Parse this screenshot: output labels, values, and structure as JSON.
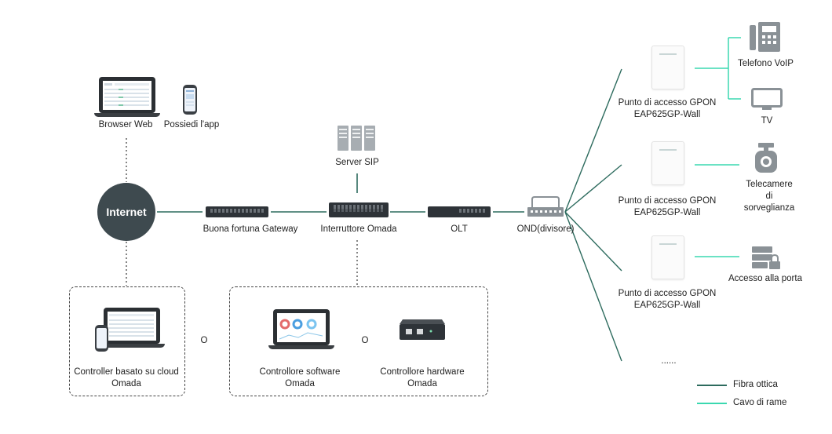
{
  "labels": {
    "browser_web": "Browser Web",
    "app": "Possiedi l'app",
    "internet": "Internet",
    "sip_server": "Server SIP",
    "gateway": "Buona fortuna Gateway",
    "omada_switch": "Interruttore Omada",
    "olt": "OLT",
    "ond": "OND(divisore)",
    "cloud_controller_1": "Controller basato su cloud",
    "cloud_controller_2": "Omada",
    "or": "O",
    "software_controller_1": "Controllore software",
    "software_controller_2": "Omada",
    "hardware_controller_1": "Controllore hardware",
    "hardware_controller_2": "Omada",
    "ap_1": "Punto di accesso GPON",
    "ap_2": "EAP625GP-Wall",
    "voip": "Telefono VoIP",
    "tv": "TV",
    "camera_1": "Telecamere",
    "camera_2": "di",
    "camera_3": "sorveglianza",
    "door_access": "Accesso alla porta",
    "more": "......"
  },
  "legend": {
    "fiber": "Fibra ottica",
    "copper": "Cavo di rame"
  },
  "colors": {
    "fiber": "#2d6b5e",
    "copper": "#3ad8b0",
    "internet": "#3e4a4f",
    "device": "#2e3338",
    "icon_gray": "#8a9196"
  }
}
